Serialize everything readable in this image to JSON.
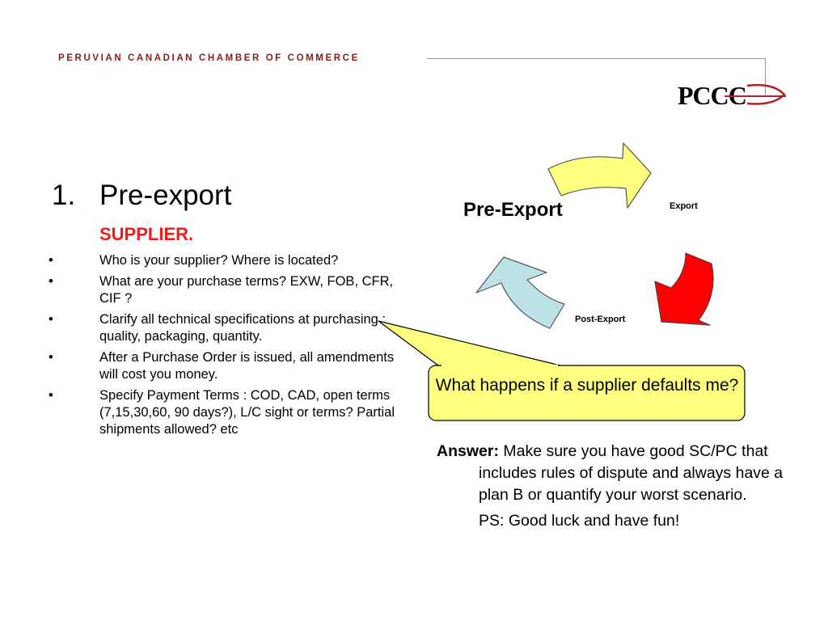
{
  "header": {
    "organization": "PERUVIAN CANADIAN CHAMBER OF COMMERCE",
    "logo_text": "PCCC"
  },
  "section": {
    "number": "1.",
    "title": "Pre-export",
    "subtitle": "SUPPLIER."
  },
  "bullet_symbol": "•",
  "bullets": [
    "Who is your supplier?  Where is located?",
    "What are your purchase terms? EXW, FOB, CFR, CIF ?",
    "Clarify all technical specifications at purchasing : quality, packaging, quantity.",
    "After a Purchase Order is issued, all amendments will cost you money.",
    "Specify Payment Terms : COD, CAD, open terms (7,15,30,60, 90 days?), L/C sight or terms? Partial shipments allowed? etc"
  ],
  "cycle": {
    "pre_export": "Pre-Export",
    "export": "Export",
    "post_export": "Post-Export",
    "colors": {
      "export_arrow": "#ffff80",
      "post_export_arrow": "#ff0000",
      "pre_export_arrow": "#bde3e6"
    }
  },
  "callout": {
    "text": "What happens if a supplier defaults me?",
    "fill": "#ffff80"
  },
  "answer": {
    "label": "Answer:",
    "text": " Make sure you have good SC/PC that includes rules of dispute and always have a plan B or quantify your worst scenario.",
    "ps": "PS: Good luck and have fun!"
  }
}
